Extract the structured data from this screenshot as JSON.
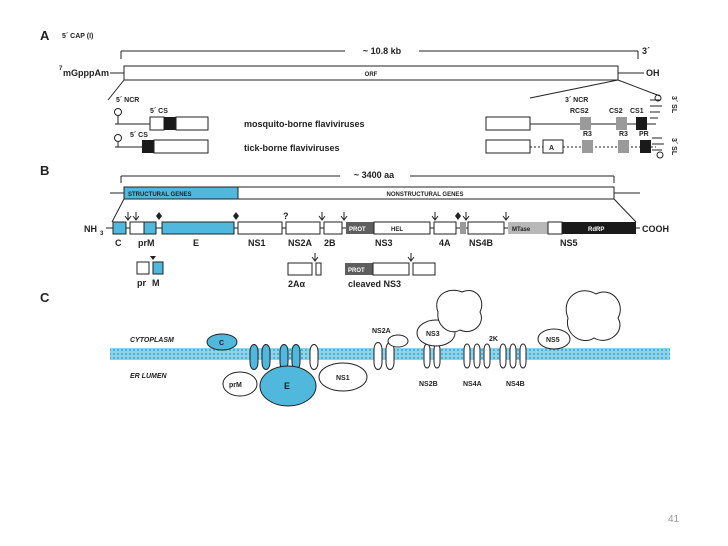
{
  "panelA": {
    "label": "A",
    "cap": "5´ CAP (I)",
    "three": "3´",
    "length": "~ 10.8 kb",
    "m7": "7",
    "gppp": "mGpppAm",
    "orf": "ORF",
    "oh": "OH",
    "ncr5": "5´ NCR",
    "cs5a": "5´ CS",
    "cs5b": "5´ CS",
    "mosquito": "mosquito-borne flaviviruses",
    "tick": "tick-borne flaviviruses",
    "ncr3": "3´ NCR",
    "rcs2": "RCS2",
    "cs2": "CS2",
    "cs1": "CS1",
    "sl1": "3´ SL",
    "sl2": "3´ SL",
    "r3a": "R3",
    "r3b": "R3",
    "pr": "PR",
    "an": "A"
  },
  "panelB": {
    "label": "B",
    "aa": "~ 3400 aa",
    "structural": "STRUCTURAL GENES",
    "nonstructural": "NONSTRUCTURAL GENES",
    "nh3": "NH",
    "nh3sub": "3",
    "cooh": "COOH",
    "prot": "PROT",
    "hel": "HEL",
    "mtase": "MTase",
    "rdrp": "RdRP",
    "q": "?",
    "genes": [
      "C",
      "prM",
      "E",
      "NS1",
      "NS2A",
      "2B",
      "NS3",
      "4A",
      "NS4B",
      "NS5"
    ],
    "pr": "pr",
    "m": "M",
    "twoa": "2Aα",
    "prot2": "PROT",
    "cleaved": "cleaved NS3"
  },
  "panelC": {
    "label": "C",
    "cytoplasm": "CYTOPLASM",
    "lumen": "ER LUMEN",
    "c": "C",
    "prm": "prM",
    "e": "E",
    "ns1": "NS1",
    "ns2a": "NS2A",
    "ns3": "NS3",
    "k2": "2K",
    "ns5": "NS5",
    "ns2b": "NS2B",
    "ns4a": "NS4A",
    "ns4b": "NS4B"
  },
  "page_number": "41",
  "colors": {
    "cyan": "#4fb8dc",
    "membrane": "#7fcde8",
    "dark": "#1a1a1a",
    "grey": "#9a9a9a"
  }
}
